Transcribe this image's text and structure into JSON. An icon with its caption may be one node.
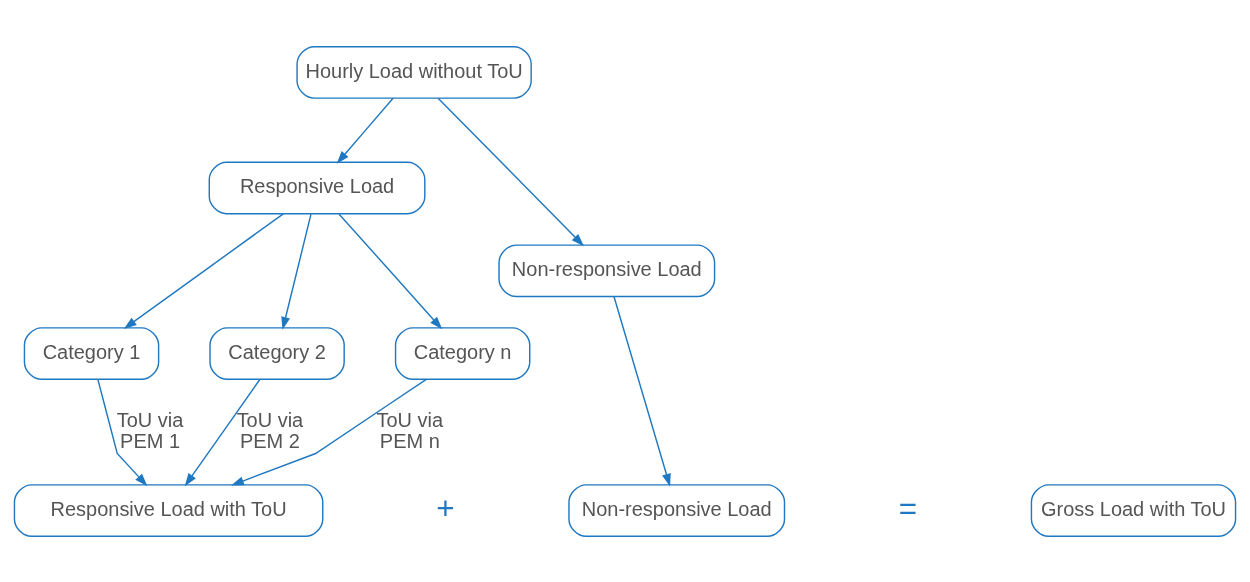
{
  "diagram": {
    "nodes": [
      {
        "text": [
          "Hourly Load without ToU"
        ]
      },
      {
        "text": [
          "Responsive Load"
        ]
      },
      {
        "text": [
          "Non-responsive Load"
        ]
      },
      {
        "text": [
          "Category 1"
        ]
      },
      {
        "text": [
          "Category 2"
        ]
      },
      {
        "text": [
          "Category n"
        ]
      },
      {
        "text": [
          "Responsive Load with ToU"
        ]
      },
      {
        "text": [
          "Non-responsive Load"
        ]
      },
      {
        "text": [
          "Gross Load with ToU"
        ]
      }
    ],
    "edges": [
      {
        "from": 0,
        "to": 1,
        "arrow": "to"
      },
      {
        "from": 0,
        "to": 2,
        "arrow": "to"
      },
      {
        "from": 1,
        "to": 3,
        "arrow": "to"
      },
      {
        "from": 1,
        "to": 4,
        "arrow": "to"
      },
      {
        "from": 1,
        "to": 5,
        "arrow": "to"
      },
      {
        "from": 3,
        "to": 6,
        "arrow": "to",
        "label": "ToU via PEM 1"
      },
      {
        "from": 4,
        "to": 6,
        "arrow": "to",
        "label": "ToU via PEM 2"
      },
      {
        "from": 5,
        "to": 6,
        "arrow": "to",
        "label": "ToU via PEM n"
      },
      {
        "from": 2,
        "to": 7,
        "arrow": "to"
      }
    ],
    "labels": [
      "+",
      "="
    ]
  }
}
